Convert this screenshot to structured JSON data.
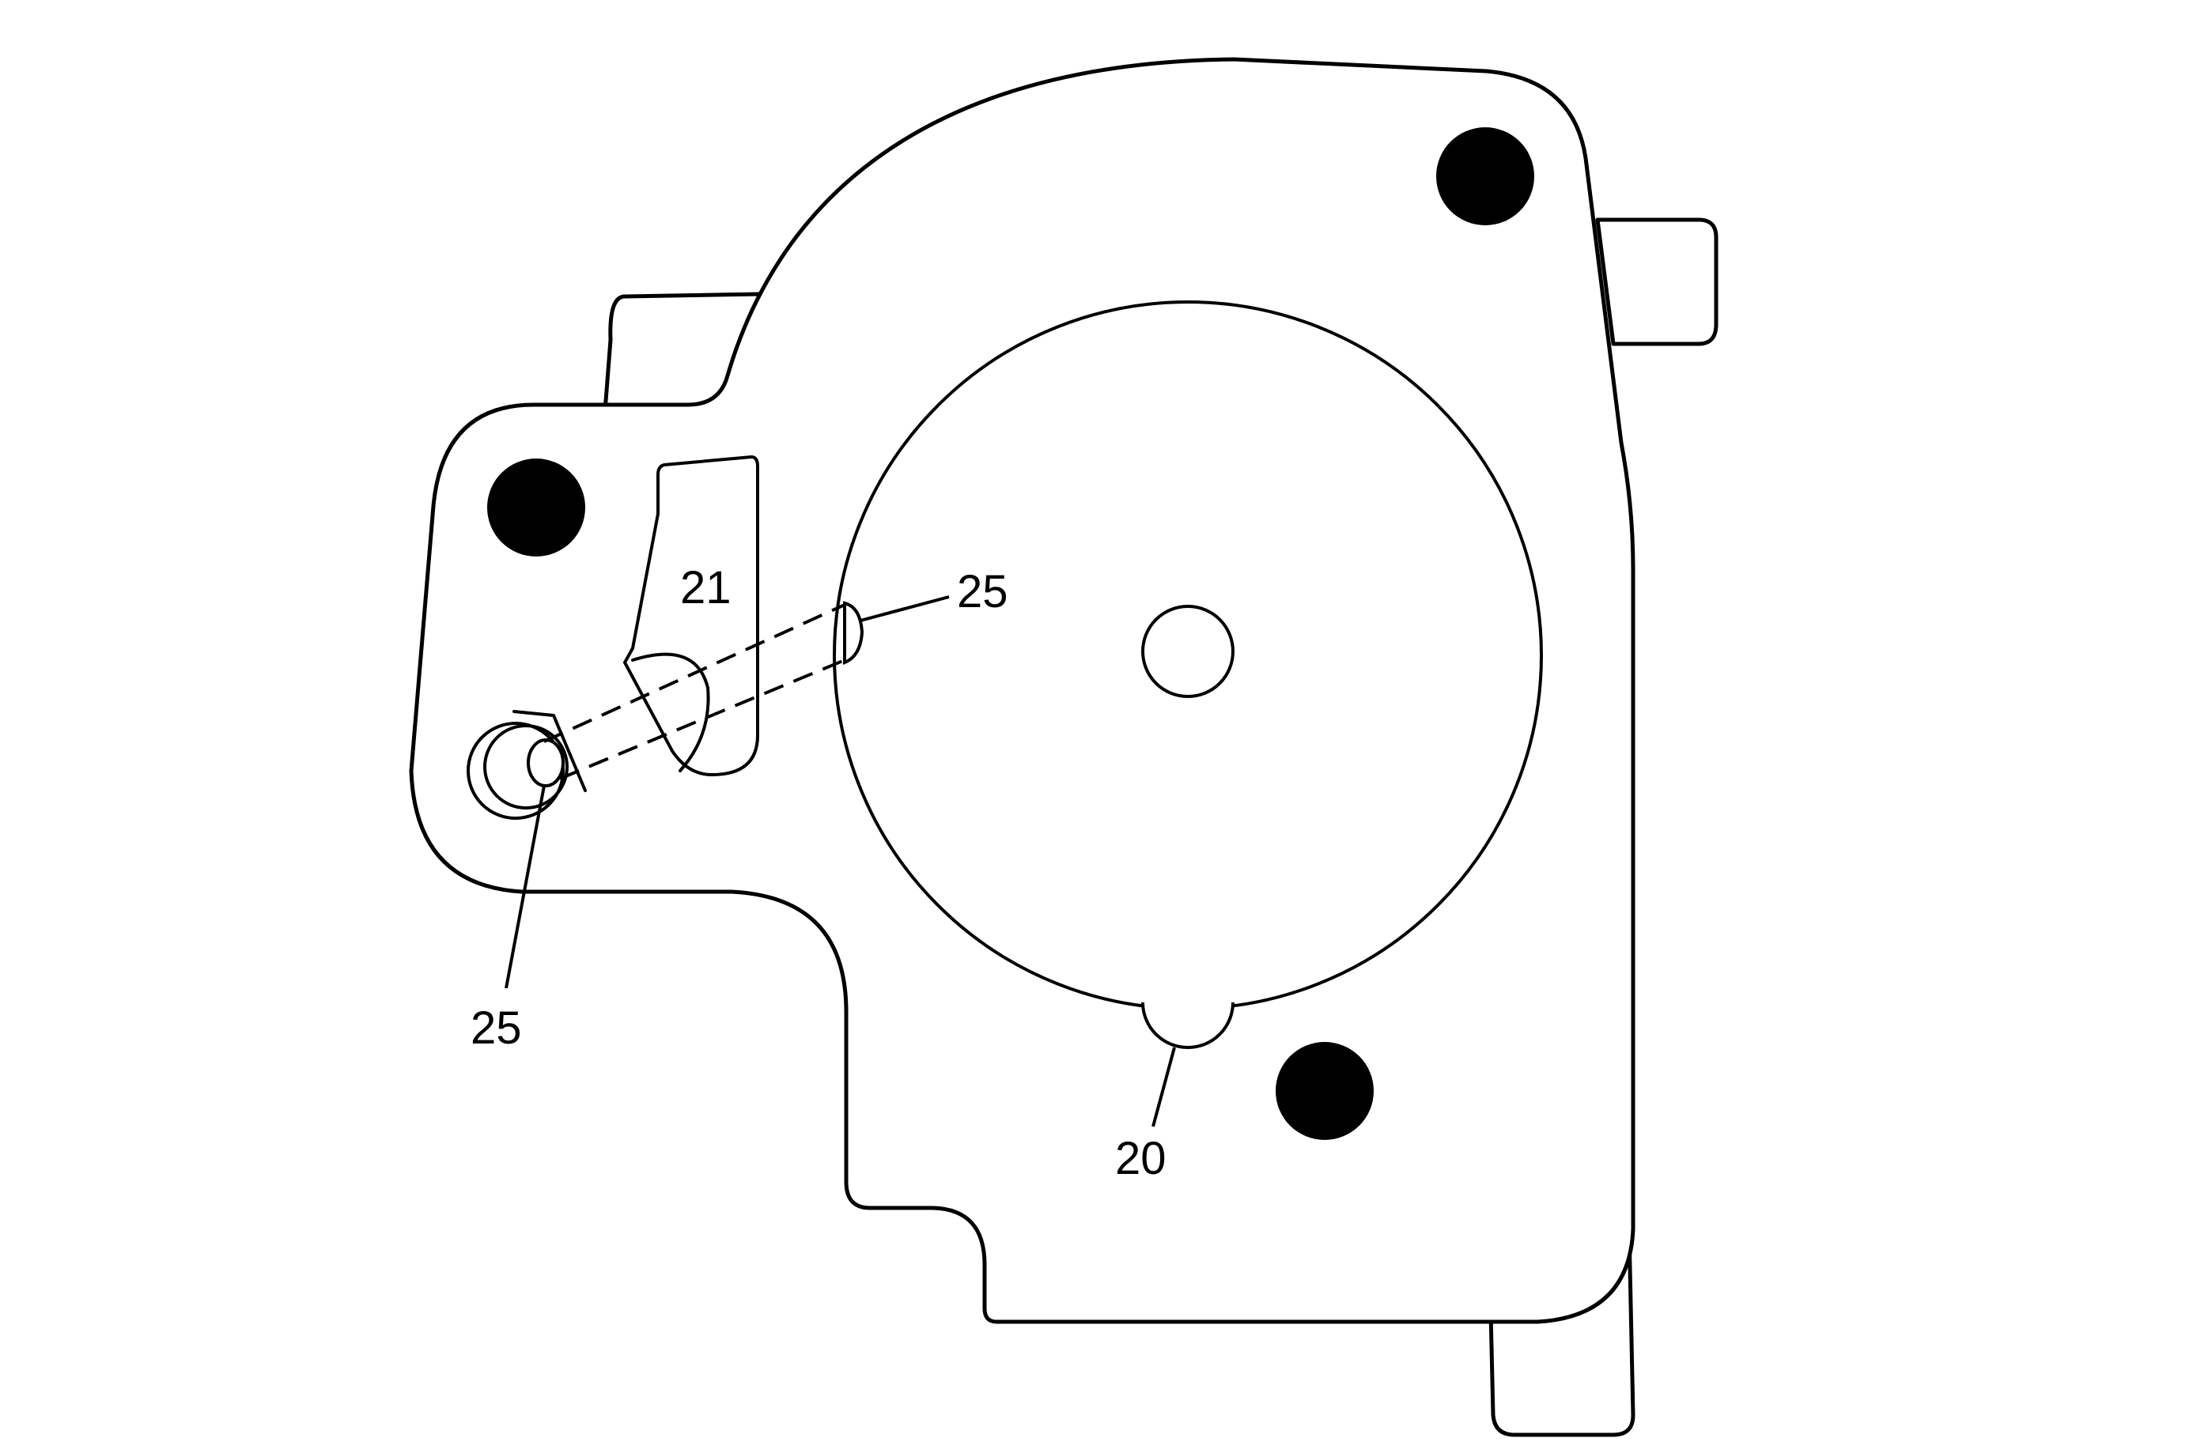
{
  "diagram": {
    "callouts": {
      "c21": "21",
      "c25_right": "25",
      "c25_left": "25",
      "c20": "20"
    },
    "colors": {
      "line": "#000000",
      "fill": "#ffffff",
      "holes": "#000000"
    }
  }
}
